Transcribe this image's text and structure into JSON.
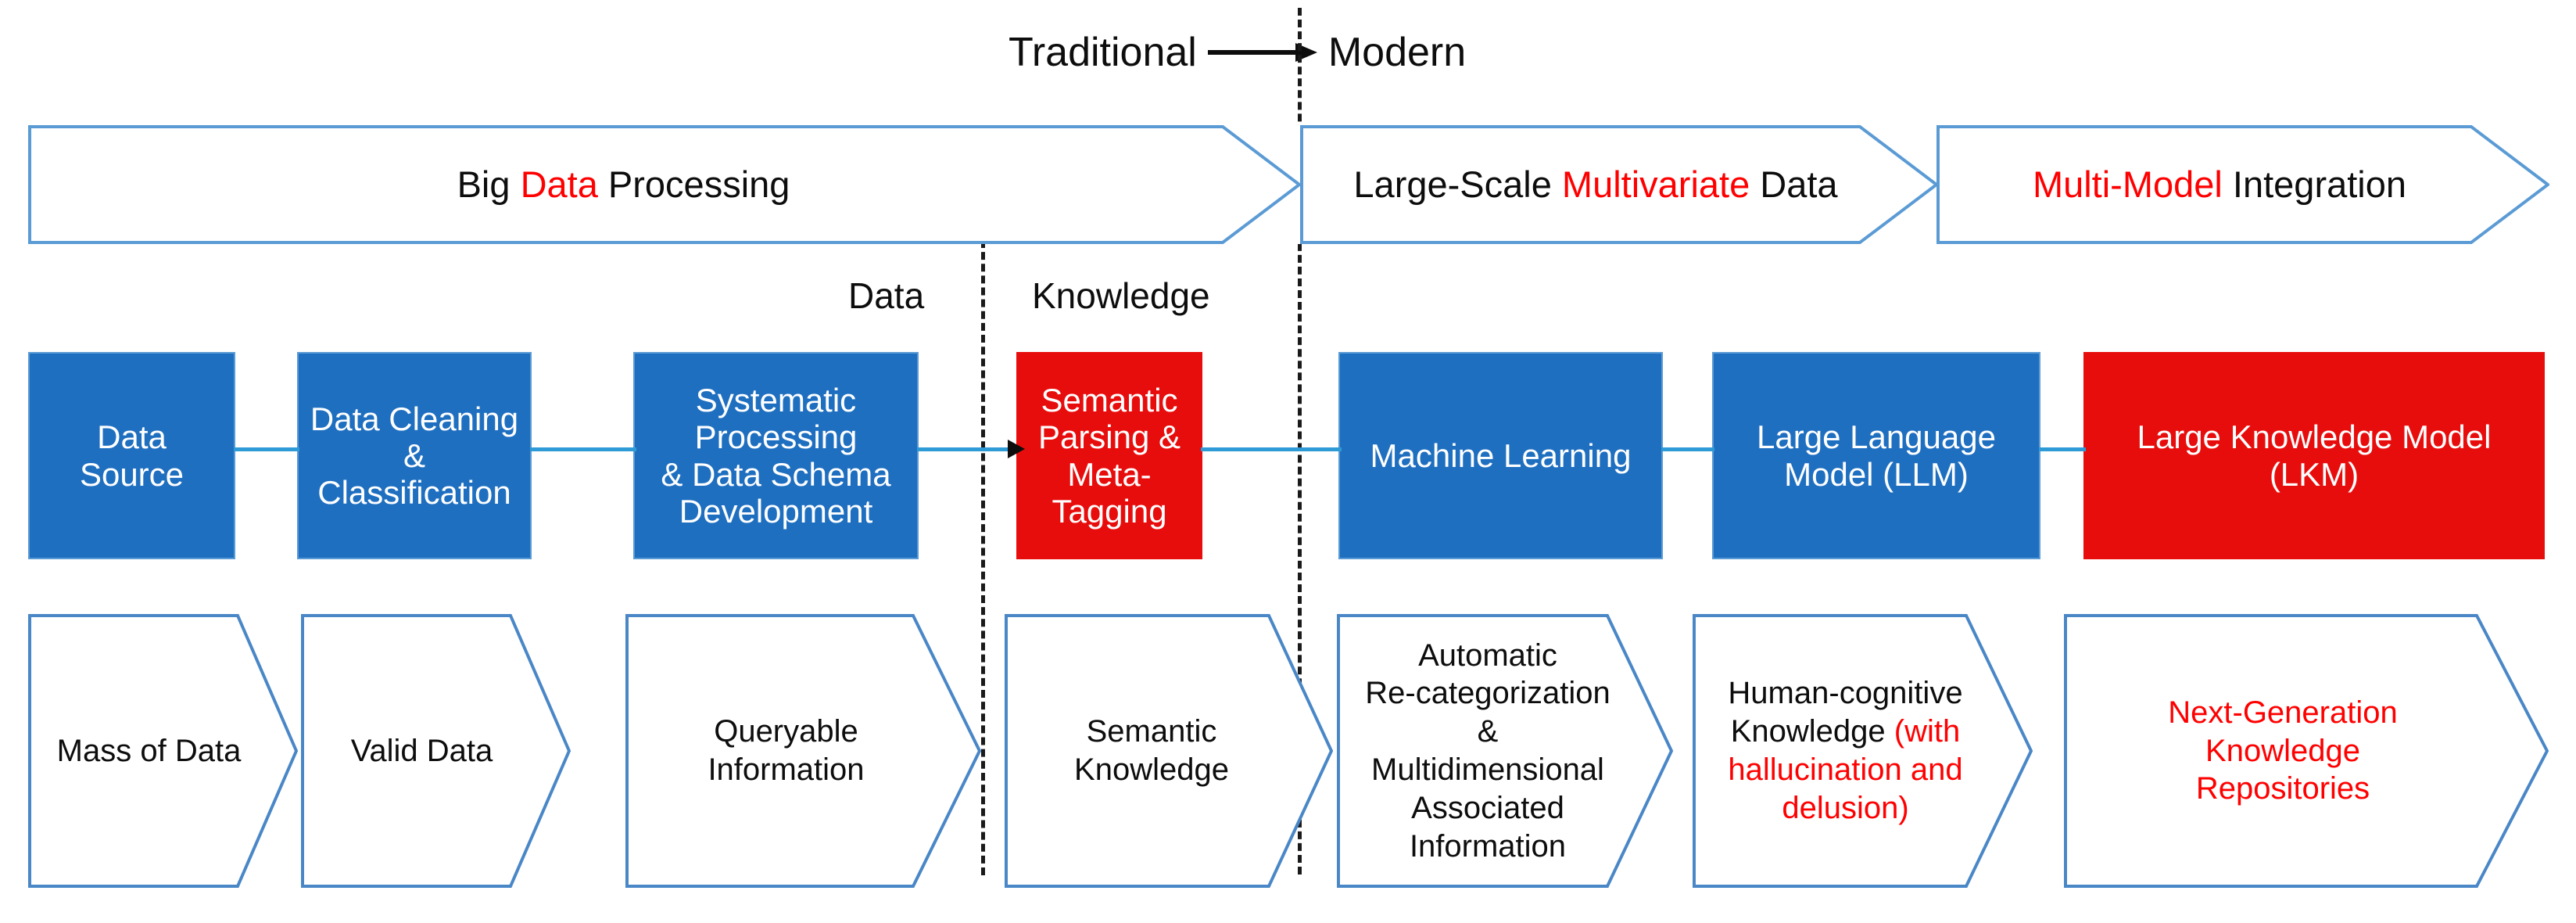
{
  "era_header": {
    "left_label": "Traditional",
    "arrow_icon": "right-arrow-icon",
    "right_label": "Modern"
  },
  "zone_captions": {
    "data": "Data",
    "knowledge": "Knowledge"
  },
  "banners": [
    {
      "id": "banner-1",
      "text_before": "Big ",
      "text_highlight": "Data",
      "text_after": " Processing",
      "highlight_color": "#ff0000"
    },
    {
      "id": "banner-2",
      "text_before": "Large-Scale ",
      "text_highlight": "Multivariate",
      "text_after": " Data",
      "highlight_color": "#ff0000"
    },
    {
      "id": "banner-3",
      "text_before": "",
      "text_highlight": "Multi-Model",
      "text_after": " Integration",
      "highlight_color": "#ff0000"
    }
  ],
  "stage_boxes": [
    {
      "id": "stage-box-1",
      "label": "Data\nSource",
      "fill": "#1f6fc0",
      "text_color": "#ffffff"
    },
    {
      "id": "stage-box-2",
      "label": "Data Cleaning\n&\nClassification",
      "fill": "#1f6fc0",
      "text_color": "#ffffff"
    },
    {
      "id": "stage-box-3",
      "label": "Systematic\nProcessing\n& Data Schema\nDevelopment",
      "fill": "#1f6fc0",
      "text_color": "#ffffff"
    },
    {
      "id": "stage-box-4",
      "label": "Semantic\nParsing &\nMeta-Tagging",
      "fill": "#e80d0d",
      "text_color": "#ffffff"
    },
    {
      "id": "stage-box-5",
      "label": "Machine Learning",
      "fill": "#1f6fc0",
      "text_color": "#ffffff"
    },
    {
      "id": "stage-box-6",
      "label": "Large Language\nModel (LLM)",
      "fill": "#1f6fc0",
      "text_color": "#ffffff"
    },
    {
      "id": "stage-box-7",
      "label": "Large Knowledge Model\n(LKM)",
      "fill": "#e80d0d",
      "text_color": "#ffffff"
    }
  ],
  "outcomes": [
    {
      "id": "outcome-1",
      "text_before": "Mass of Data",
      "text_highlight": "",
      "text_after": ""
    },
    {
      "id": "outcome-2",
      "text_before": "Valid Data",
      "text_highlight": "",
      "text_after": ""
    },
    {
      "id": "outcome-3",
      "text_before": "Queryable\nInformation",
      "text_highlight": "",
      "text_after": ""
    },
    {
      "id": "outcome-4",
      "text_before": "Semantic\nKnowledge",
      "text_highlight": "",
      "text_after": ""
    },
    {
      "id": "outcome-5",
      "text_before": "Automatic\nRe-categorization\n&\nMultidimensional\nAssociated\nInformation",
      "text_highlight": "",
      "text_after": ""
    },
    {
      "id": "outcome-6",
      "text_before": "Human-cognitive\nKnowledge ",
      "text_highlight": "(with\nhallucination and\ndelusion)",
      "text_after": ""
    },
    {
      "id": "outcome-7",
      "text_before": "",
      "text_highlight": "Next-Generation\nKnowledge\nRepositories",
      "text_after": ""
    }
  ],
  "palette": {
    "blue_fill": "#1f6fc0",
    "red_fill": "#e80d0d",
    "outline_blue": "#5b9bd5",
    "connector_blue": "#2e9bd6",
    "highlight_red": "#ff0000",
    "text_dark": "#0d0d0d",
    "divider_dash": "#1a1a1a"
  }
}
